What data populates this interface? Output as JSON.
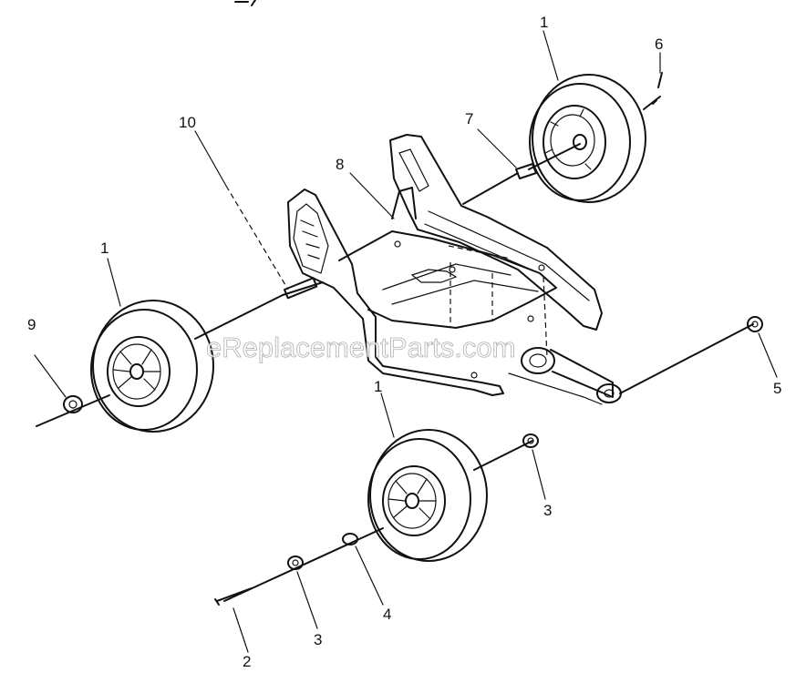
{
  "callouts": [
    {
      "id": "c1a",
      "text": "1"
    },
    {
      "id": "c1b",
      "text": "1"
    },
    {
      "id": "c1c",
      "text": "1"
    },
    {
      "id": "c2",
      "text": "2"
    },
    {
      "id": "c3a",
      "text": "3"
    },
    {
      "id": "c3b",
      "text": "3"
    },
    {
      "id": "c4",
      "text": "4"
    },
    {
      "id": "c5",
      "text": "5"
    },
    {
      "id": "c6",
      "text": "6"
    },
    {
      "id": "c7",
      "text": "7"
    },
    {
      "id": "c8",
      "text": "8"
    },
    {
      "id": "c9",
      "text": "9"
    },
    {
      "id": "c10",
      "text": "10"
    }
  ],
  "watermark": "eReplacementParts.com"
}
